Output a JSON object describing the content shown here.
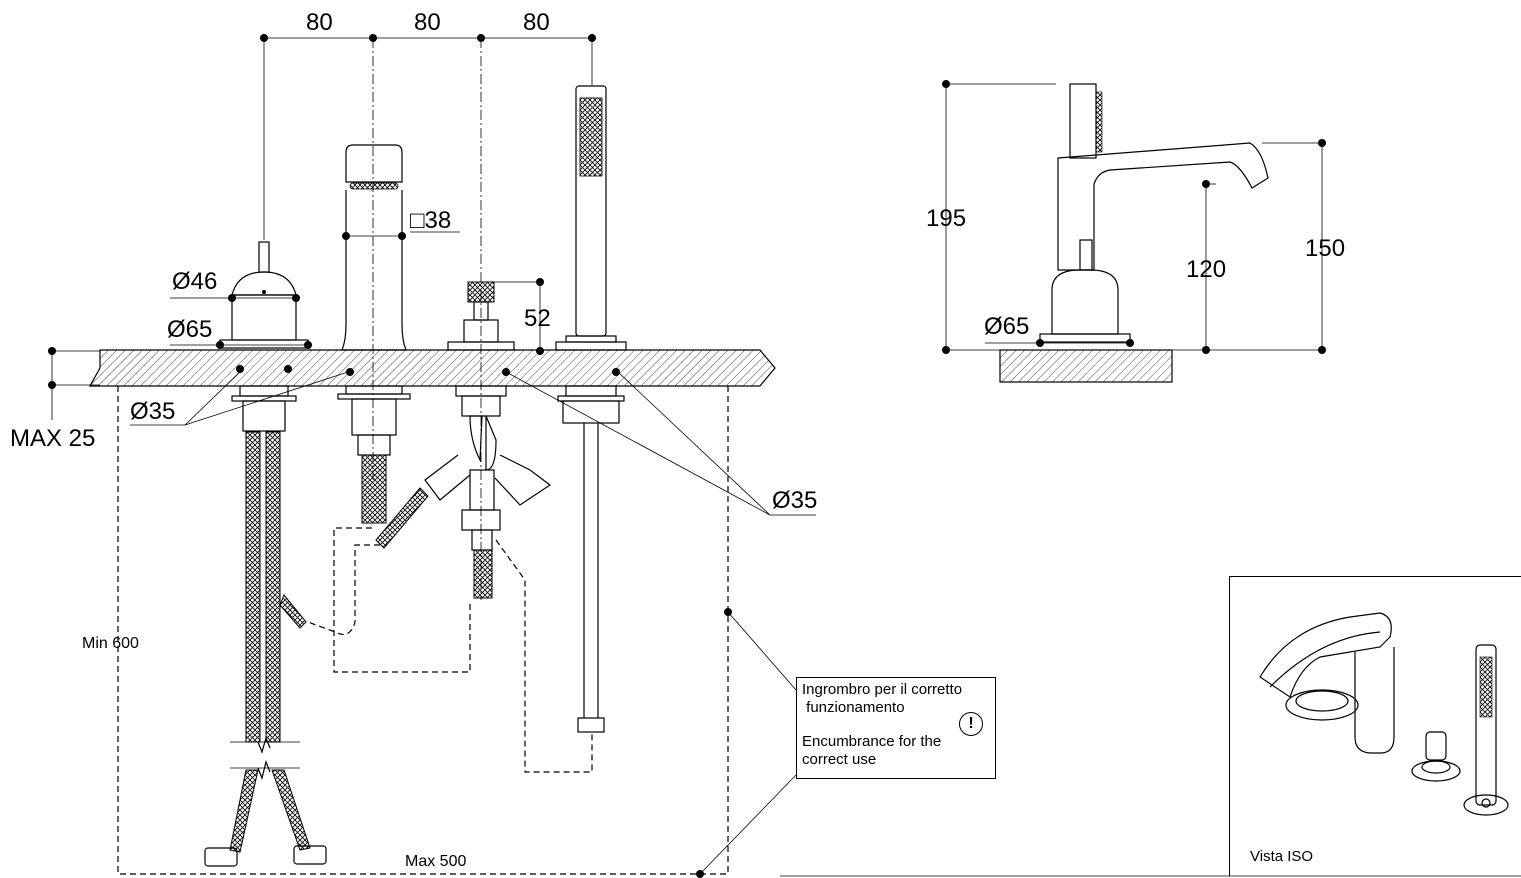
{
  "front_view": {
    "spacing_1": "80",
    "spacing_2": "80",
    "spacing_3": "80",
    "square_size": "□38",
    "dia_46": "Ø46",
    "dia_65": "Ø65",
    "dia_35_left": "Ø35",
    "dia_35_right": "Ø35",
    "height_52": "52",
    "max_deck": "MAX 25",
    "min_depth": "Min 600",
    "max_width": "Max 500"
  },
  "side_view": {
    "height_195": "195",
    "height_150": "150",
    "height_120": "120",
    "dia_65": "Ø65"
  },
  "note": {
    "line_it_1": "Ingrombro per il corretto",
    "line_it_2": " funzionamento",
    "line_en_1": "Encumbrance for the",
    "line_en_2": "correct use",
    "warning_symbol": "!"
  },
  "iso_view": {
    "label": "Vista ISO"
  }
}
